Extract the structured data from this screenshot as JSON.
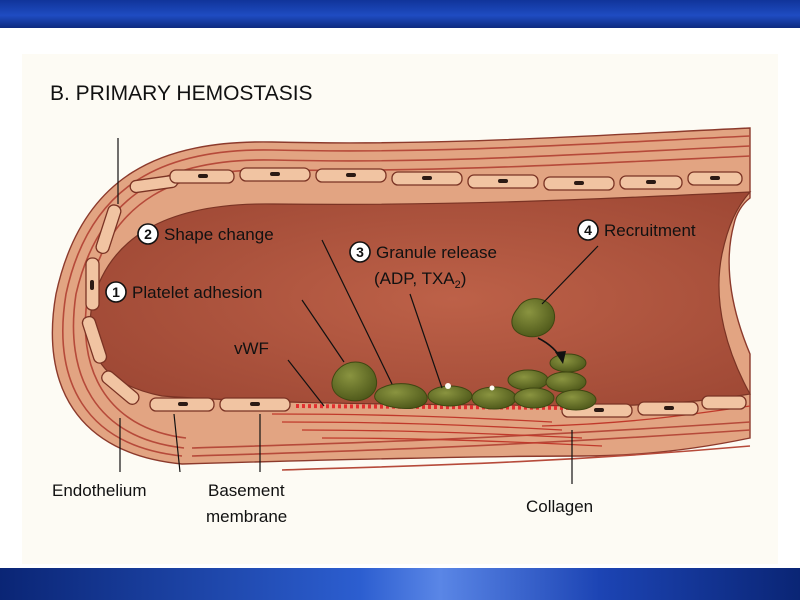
{
  "colors": {
    "band": "#1a43b0",
    "lumen": "#b2573f",
    "wall_outer": "#e2a482",
    "wall_stripe": "#b64a3a",
    "cell": "#f1c4a2",
    "cell_edge": "#7a3324",
    "platelet": "#5e6a22",
    "vwf": "#e23030"
  },
  "figure": {
    "title": "B. PRIMARY HEMOSTASIS",
    "steps": [
      {
        "num": "1",
        "label": "Platelet adhesion"
      },
      {
        "num": "2",
        "label": "Shape change"
      },
      {
        "num": "3",
        "label": "Granule release",
        "sub_prefix": "(ADP, TXA",
        "sub_subscript": "2",
        "sub_suffix": ")"
      },
      {
        "num": "4",
        "label": "Recruitment"
      }
    ],
    "labels": {
      "vwf": "vWF",
      "endothelium": "Endothelium",
      "basement_1": "Basement",
      "basement_2": "membrane",
      "collagen": "Collagen"
    }
  }
}
